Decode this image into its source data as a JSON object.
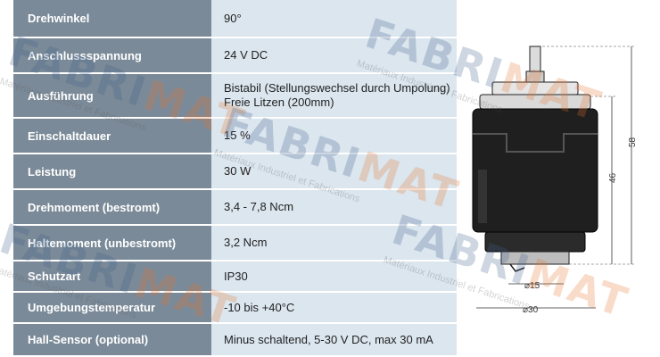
{
  "specs": [
    {
      "label": "Drehwinkel",
      "value": [
        "90°"
      ]
    },
    {
      "label": "Anschlussspannung",
      "value": [
        "24 V DC"
      ]
    },
    {
      "label": "Ausführung",
      "value": [
        "Bistabil (Stellungswechsel durch Umpolung)",
        "Freie Litzen (200mm)"
      ]
    },
    {
      "label": "Einschaltdauer",
      "value": [
        "15 %"
      ]
    },
    {
      "label": "Leistung",
      "value": [
        "30 W"
      ]
    },
    {
      "label": "Drehmoment (bestromt)",
      "value": [
        "3,4 - 7,8 Ncm"
      ]
    },
    {
      "label": "Haltemoment (unbestromt)",
      "value": [
        "3,2  Ncm"
      ]
    },
    {
      "label": "Schutzart",
      "value": [
        "IP30"
      ]
    },
    {
      "label": "Umgebungstemperatur",
      "value": [
        "-10 bis +40°C"
      ]
    },
    {
      "label": "Hall-Sensor (optional)",
      "value": [
        "Minus schaltend, 5-30 V DC, max 30 mA"
      ]
    }
  ],
  "drawing": {
    "dim_height_total": "58",
    "dim_height_body": "46",
    "dim_diameter_small": "⌀15",
    "dim_diameter_large": "⌀30"
  },
  "watermark": {
    "logo_part1": "FAB",
    "logo_part2": "RI",
    "logo_part3": "MAT",
    "tagline": "Matériaux Industriel et Fabrications",
    "color_blue": "#3e5f8a",
    "color_orange": "#e8742c"
  }
}
